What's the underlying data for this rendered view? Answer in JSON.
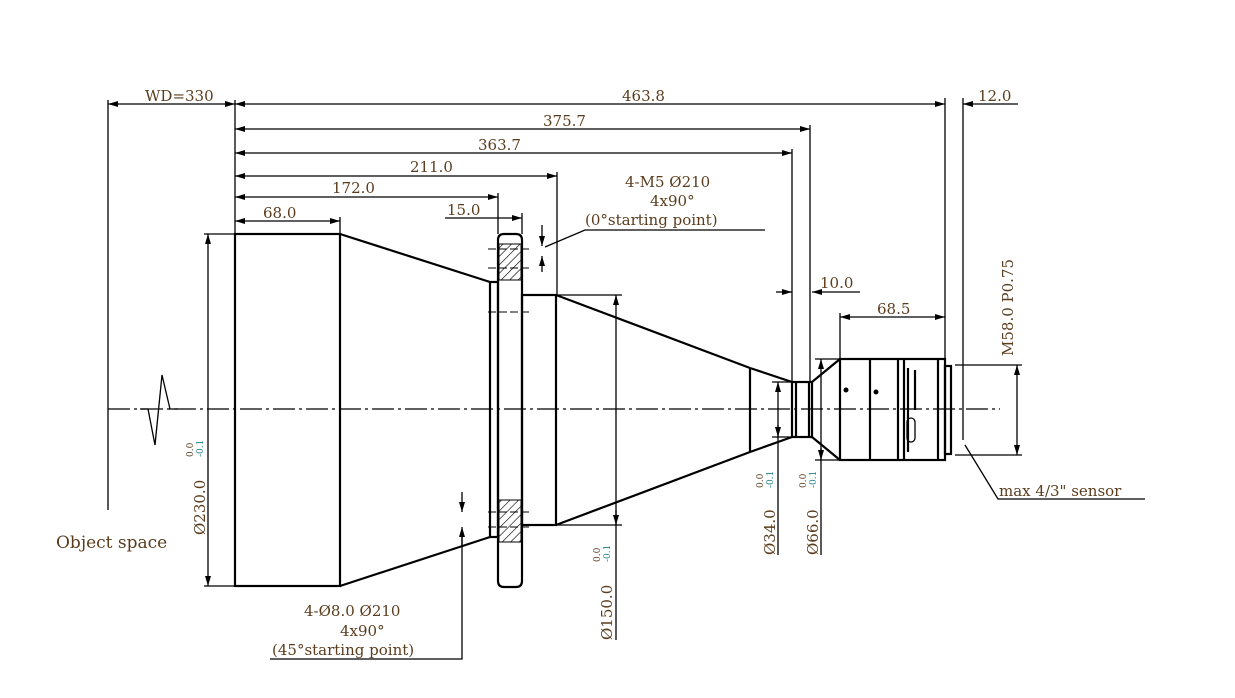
{
  "title": "Telecentric lens outline drawing",
  "dimensions": {
    "wd": "WD=330",
    "total_length": "463.8",
    "flange_back": "12.0",
    "len_375": "375.7",
    "len_363": "363.7",
    "len_211": "211.0",
    "len_172": "172.0",
    "len_68": "68.0",
    "flange_thickness": "15.0",
    "len_10": "10.0",
    "len_68_5": "68.5",
    "dia_230": "Ø230.0",
    "dia_150": "Ø150.0",
    "dia_34": "Ø34.0",
    "dia_66": "Ø66.0",
    "thread": "M58.0 P0.75",
    "tol_upper": "0.0",
    "tol_lower": "-0.1"
  },
  "notes": {
    "m5_holes": "4-M5  Ø210",
    "m5_spacing": "4x90°",
    "m5_start": "(0°starting point)",
    "thru_holes": "4-Ø8.0  Ø210",
    "thru_spacing": "4x90°",
    "thru_start": "(45°starting point)",
    "object_space": "Object space",
    "sensor": "max 4/3\" sensor"
  }
}
